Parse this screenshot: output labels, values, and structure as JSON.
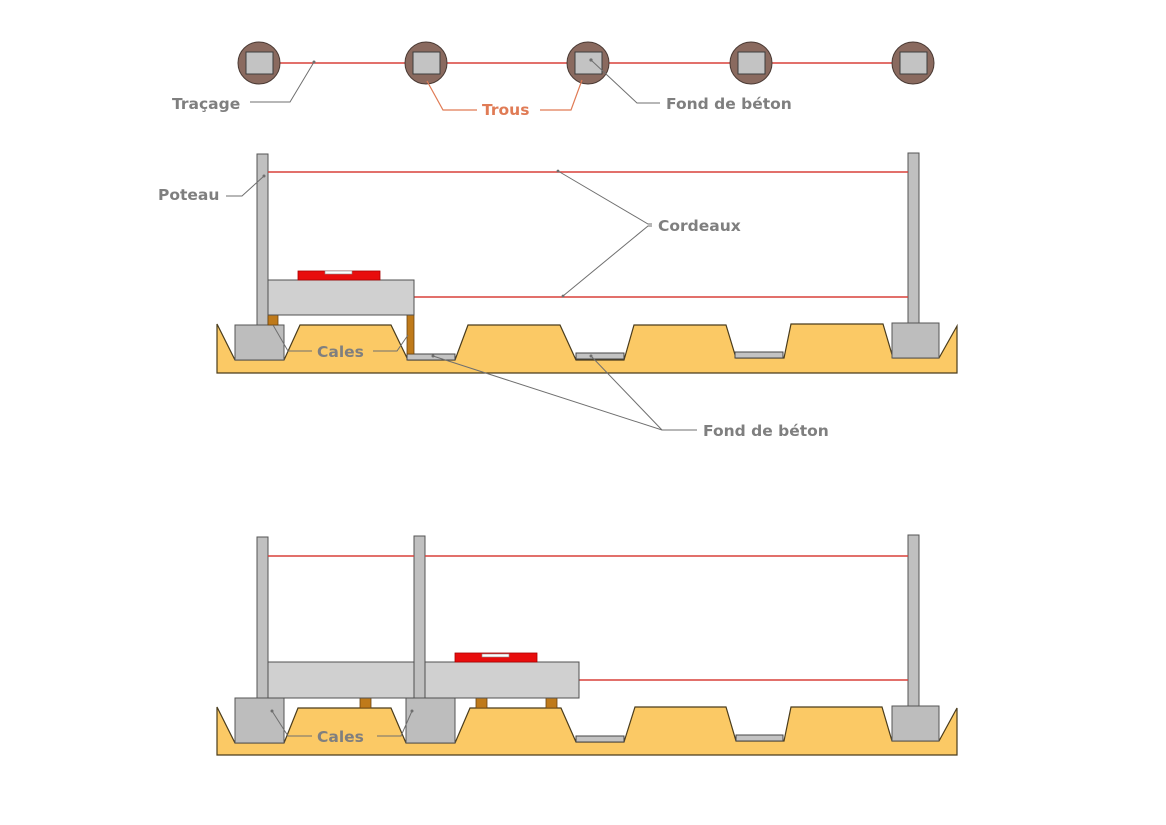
{
  "diagram": {
    "title": "Pose de poteaux et cordeaux de traçage",
    "colors": {
      "label_gray": "#7f7f7f",
      "label_orange": "#e07b55",
      "cordeau_red": "#d9403a",
      "ground_yellow": "#fbc965",
      "hole_brown": "#8a6a5f",
      "concrete_gray": "#c3c3c3",
      "shim_brown": "#bf7a1a",
      "level_red": "#e80d0d"
    },
    "top_view": {
      "hole_count": 5,
      "labels": {
        "tracage": "Traçage",
        "trous": "Trous",
        "fond_de_beton": "Fond de béton"
      }
    },
    "side_view_1": {
      "labels": {
        "poteau": "Poteau",
        "cordeaux": "Cordeaux",
        "cales": "Cales",
        "fond_de_beton": "Fond de béton"
      }
    },
    "side_view_2": {
      "labels": {
        "cales": "Cales"
      }
    }
  }
}
